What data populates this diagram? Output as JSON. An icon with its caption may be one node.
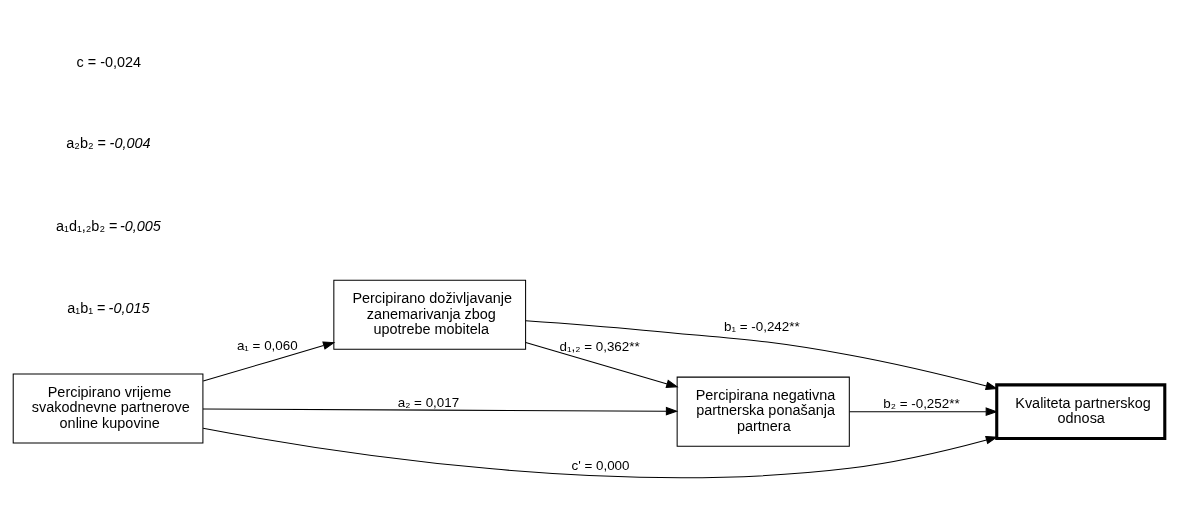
{
  "diagram": {
    "nodes": [
      {
        "text": [
          "Percipirano doživljavanje zanemarivanja zbog upotrebe mobitela"
        ]
      },
      {
        "text": [
          "Percipirana negativna partnerska ponašanja partnera"
        ]
      },
      {
        "text": [
          "Percipirano vrijeme svakodnevne partnerove online kupovine"
        ]
      },
      {
        "text": [
          "Kvaliteta partnerskog odnosa"
        ]
      }
    ],
    "edges": [
      {
        "from": 2,
        "to": 0,
        "arrow": "to",
        "label": "a₁ = 0,060"
      },
      {
        "from": 2,
        "to": 1,
        "arrow": "to",
        "label": "a₂ = 0,017"
      },
      {
        "from": 0,
        "to": 1,
        "arrow": "to",
        "label": "d₁,₂ = 0,362**"
      },
      {
        "from": 0,
        "to": 3,
        "arrow": "to",
        "label": "b₁ = -0,242**"
      },
      {
        "from": 1,
        "to": 3,
        "arrow": "to",
        "label": "b₂ = -0,252**"
      },
      {
        "from": 2,
        "to": 3,
        "arrow": "to",
        "label": "c' = 0,000"
      }
    ],
    "labels": [
      "a₁b₁ = *-0,015*",
      "a₁d₁,₂b₂ = *-0,005*",
      "a₂b₂ = *-0,004*",
      "c = -0,024"
    ]
  }
}
